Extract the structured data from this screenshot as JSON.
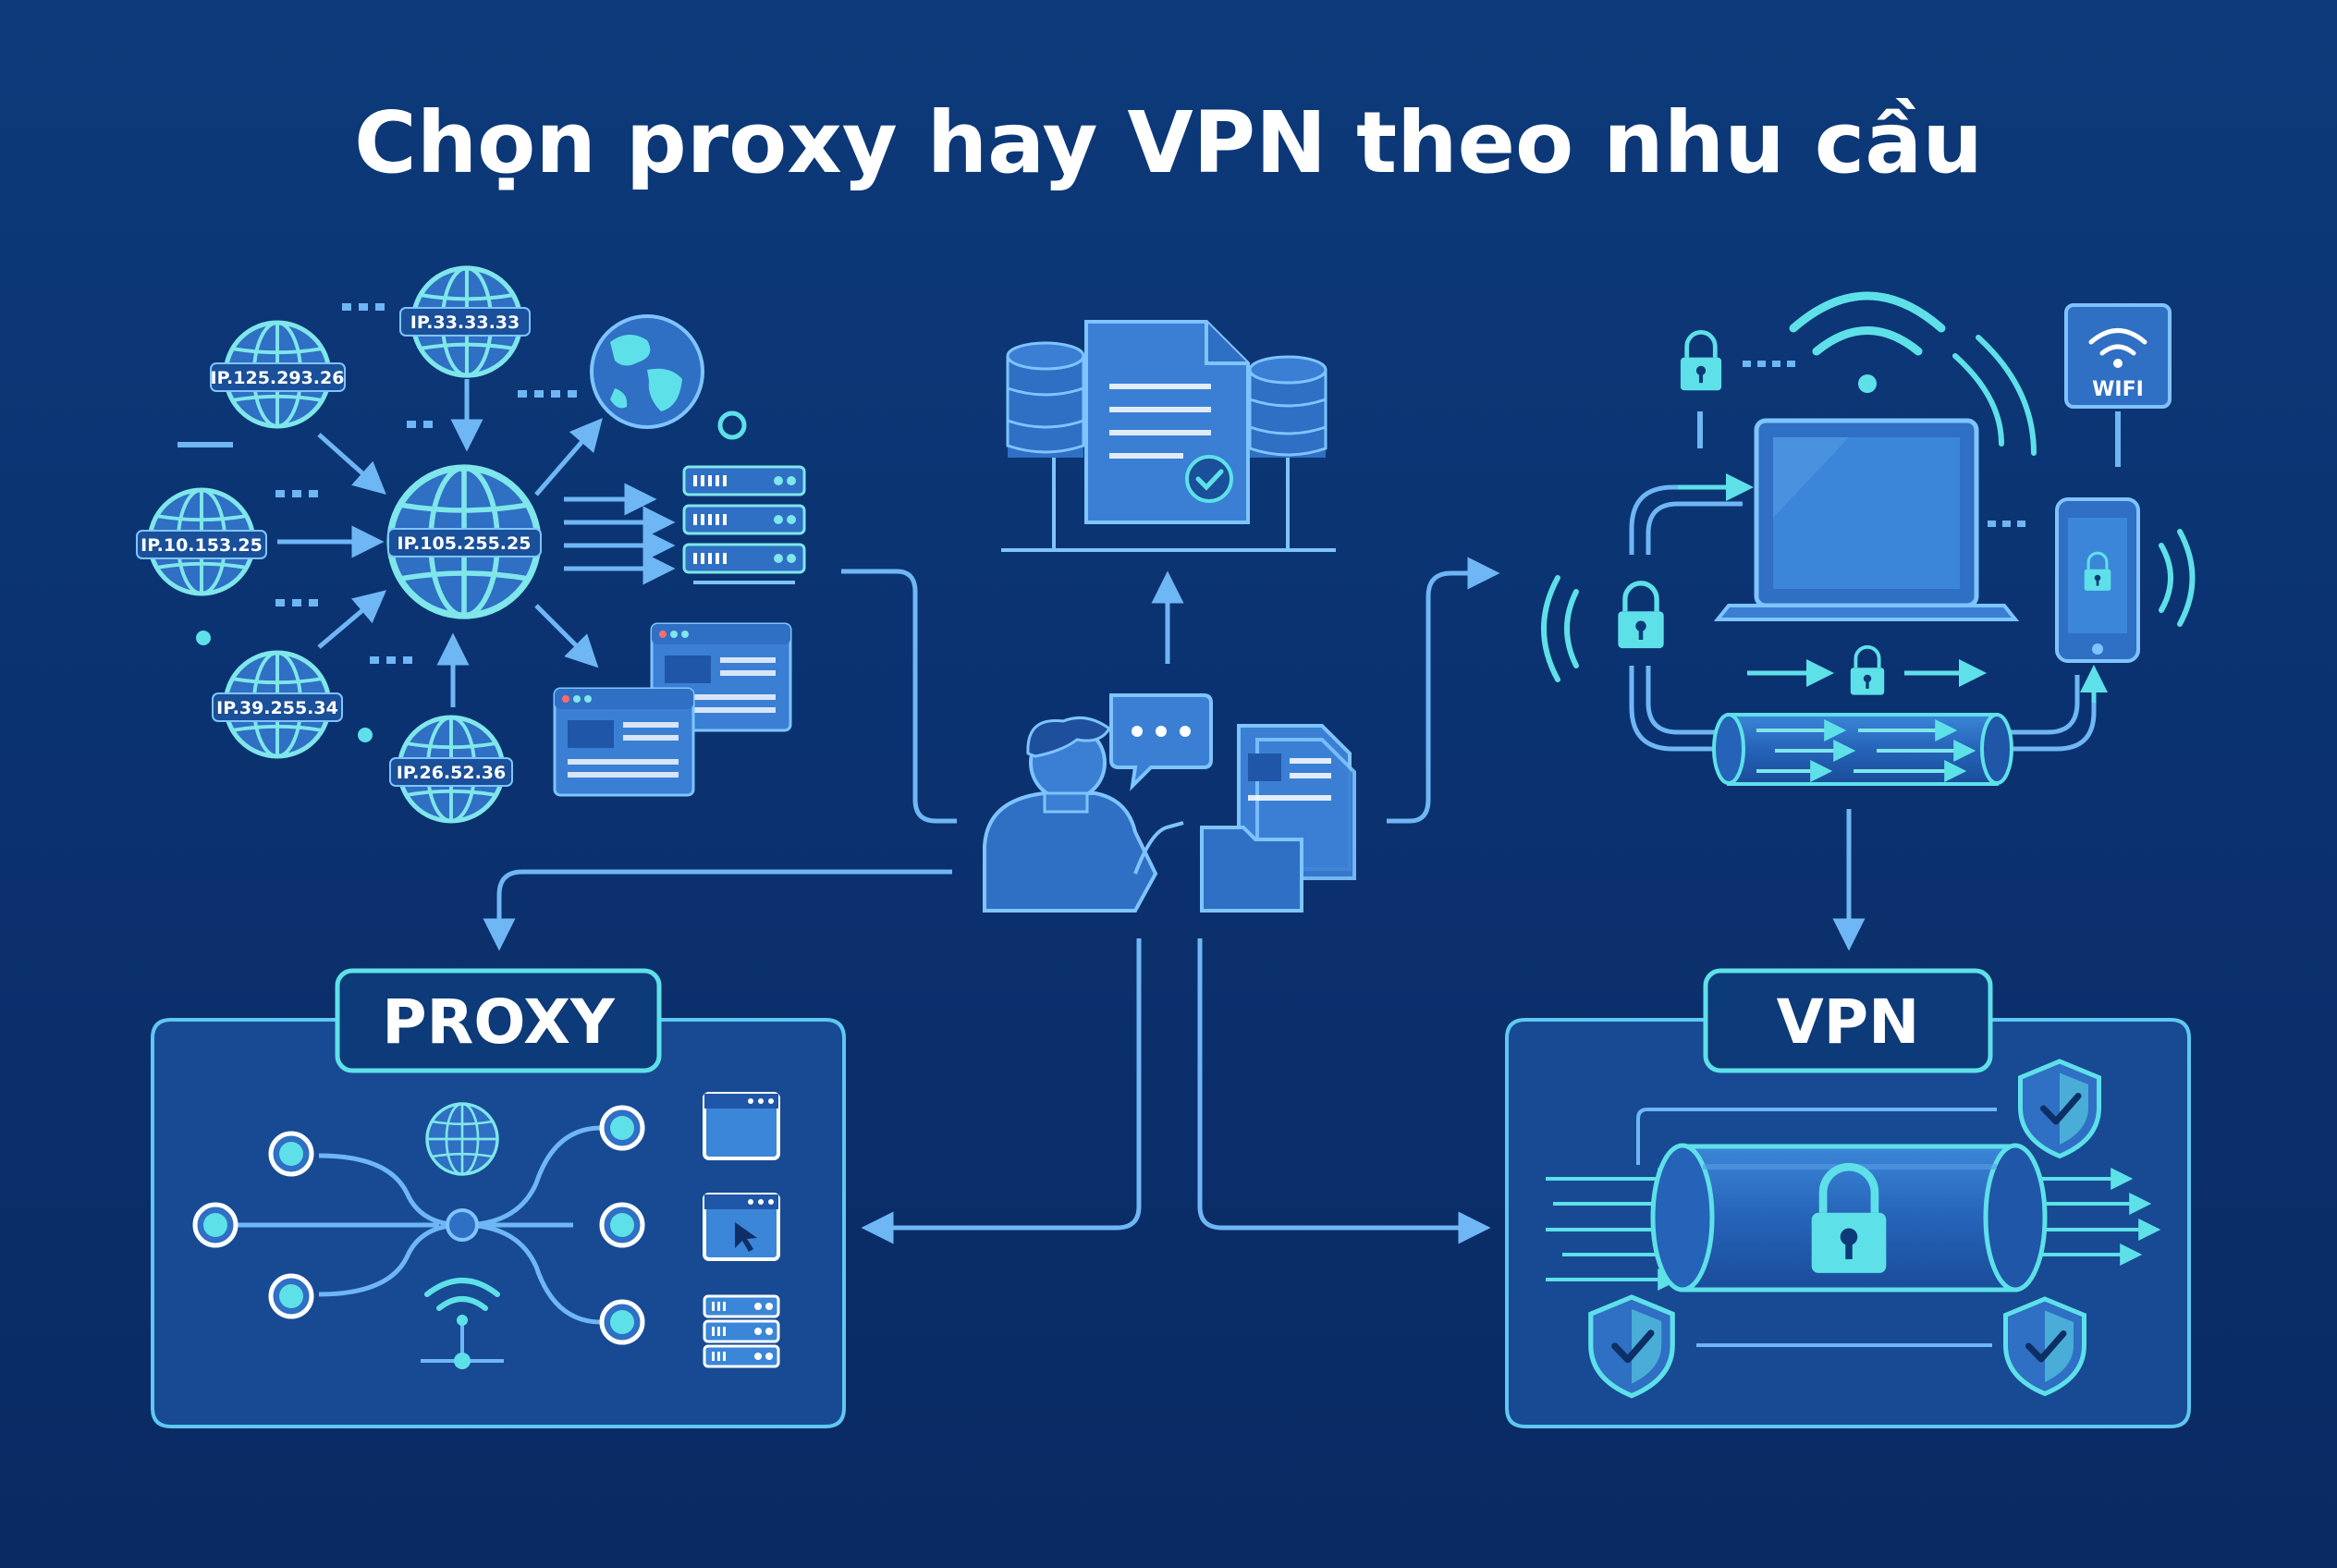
{
  "title": "Chọn proxy hay VPN theo nhu cầu",
  "proxy_cluster": {
    "ips": [
      "IP.33.33.33",
      "IP.125.293.26",
      "IP.105.255.25",
      "IP.10.153.25",
      "IP.39.255.34",
      "IP.26.52.36"
    ]
  },
  "proxy_box": {
    "label": "PROXY"
  },
  "vpn_box": {
    "label": "VPN"
  },
  "vpn_network": {
    "wifi_label": "WIFI"
  },
  "colors": {
    "background": "#0b3270",
    "accent_cyan": "#5ee0e8",
    "accent_blue": "#6fb6f5",
    "panel_fill": "#174a93",
    "icon_fill": "#2f6fc4"
  }
}
